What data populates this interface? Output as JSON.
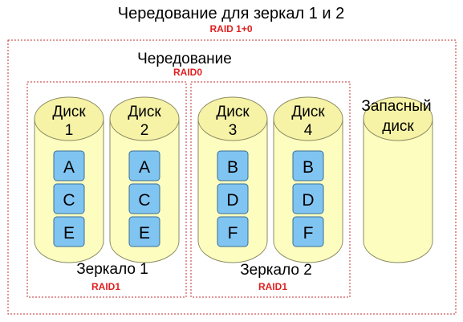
{
  "title": "Чередование для зеркал 1 и 2",
  "title_tag": "RAID 1+0",
  "stripe_label": "Чередование",
  "stripe_tag": "RAID0",
  "mirrors": [
    {
      "label": "Зеркало 1",
      "tag": "RAID1",
      "disks": [
        {
          "line1": "Диск",
          "line2": "1",
          "blocks": [
            "A",
            "C",
            "E"
          ]
        },
        {
          "line1": "Диск",
          "line2": "2",
          "blocks": [
            "A",
            "C",
            "E"
          ]
        }
      ]
    },
    {
      "label": "Зеркало 2",
      "tag": "RAID1",
      "disks": [
        {
          "line1": "Диск",
          "line2": "3",
          "blocks": [
            "B",
            "D",
            "F"
          ]
        },
        {
          "line1": "Диск",
          "line2": "4",
          "blocks": [
            "B",
            "D",
            "F"
          ]
        }
      ]
    }
  ],
  "spare": {
    "line1": "Запасный",
    "line2": "диск"
  },
  "colors": {
    "tag_red": "#e02020",
    "border_red": "#c03030",
    "cylinder_fill": "#fdfdc0",
    "cylinder_top": "#f7f3a6",
    "cylinder_stroke": "#8a8a60",
    "block_fill": "#80c4f2",
    "block_stroke": "#3a6e96"
  }
}
